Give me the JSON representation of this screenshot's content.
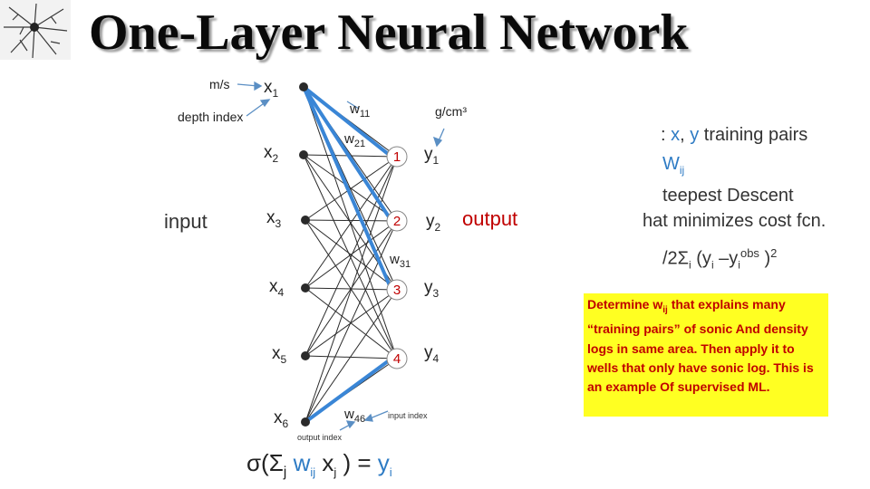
{
  "title": "One-Layer Neural Network",
  "labels": {
    "ms": "m/s",
    "depth_index": "depth index",
    "gcm3": "g/cm³",
    "input": "input",
    "output": "output",
    "input_index": "input index",
    "output_index": "output index"
  },
  "inputs": [
    {
      "base": "x",
      "sub": "1"
    },
    {
      "base": "x",
      "sub": "2"
    },
    {
      "base": "x",
      "sub": "3"
    },
    {
      "base": "x",
      "sub": "4"
    },
    {
      "base": "x",
      "sub": "5"
    },
    {
      "base": "x",
      "sub": "6"
    }
  ],
  "outputs": [
    {
      "node": "1",
      "base": "y",
      "sub": "1"
    },
    {
      "node": "2",
      "base": "y",
      "sub": "2"
    },
    {
      "node": "3",
      "base": "y",
      "sub": "3"
    },
    {
      "node": "4",
      "base": "y",
      "sub": "4"
    }
  ],
  "weights": {
    "w11": {
      "base": "w",
      "sub": "11"
    },
    "w21": {
      "base": "w",
      "sub": "21"
    },
    "w31": {
      "base": "w",
      "sub": "31"
    },
    "w46": {
      "base": "w",
      "sub": "46"
    }
  },
  "formula": {
    "open": "σ(Σ",
    "j": "j",
    "w": " w",
    "ij": "ij",
    "x": " x",
    "xj": "j",
    "close": " ) = ",
    "y": "y",
    "yi": "i"
  },
  "side": {
    "line1_prefix": ": ",
    "line1_x": "x",
    "line1_comma": ", ",
    "line1_y": "y",
    "line1_rest": " training pairs",
    "line2_w": "W",
    "line2_sub": "ij",
    "line3": "teepest Descent",
    "line4": "hat minimizes cost fcn.",
    "line5_a": "/2Σ",
    "line5_i": "i",
    "line5_b": " (y",
    "line5_i2": "i",
    "line5_c": " –y",
    "line5_i3": "i",
    "line5_obs": "obs",
    "line5_d": " )",
    "line5_sq": "2"
  },
  "note": "Determine wij that explains many “training pairs” of sonic And density logs in same area. Then apply it to wells that only have sonic log. This is an example Of supervised ML.",
  "note_parts": {
    "a": "Determine w",
    "sub": "ij",
    "b": " that explains many “training pairs” of sonic And density logs in same area. Then apply it to wells that only have sonic log. This is an example Of supervised ML."
  },
  "colors": {
    "highlight": "#3a86d6",
    "annotation_arrow": "#5b8fc4",
    "note_bg": "#ffff22",
    "note_text": "#c00000",
    "output_red": "#c00000"
  }
}
